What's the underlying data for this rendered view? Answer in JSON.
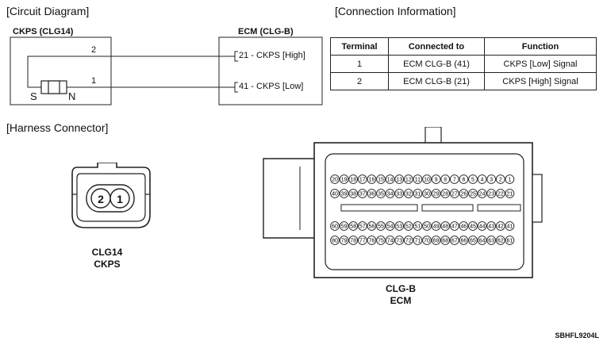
{
  "circuit_diagram": {
    "title": "[Circuit Diagram]",
    "sensor_label": "CKPS (CLG14)",
    "ecm_label": "ECM (CLG-B)",
    "sensor_pole_s": "S",
    "sensor_pole_n": "N",
    "wire_high_num": "2",
    "wire_low_num": "1",
    "ecm_pin_high": "21 - CKPS [High]",
    "ecm_pin_low": "41 - CKPS [Low]"
  },
  "connection_info": {
    "title": "[Connection Information]",
    "headers": [
      "Terminal",
      "Connected to",
      "Function"
    ],
    "rows": [
      [
        "1",
        "ECM CLG-B (41)",
        "CKPS [Low] Signal"
      ],
      [
        "2",
        "ECM CLG-B (21)",
        "CKPS [High] Signal"
      ]
    ]
  },
  "harness": {
    "title": "[Harness Connector]",
    "clg14": {
      "pins": [
        "2",
        "1"
      ],
      "label_line1": "CLG14",
      "label_line2": "CKPS"
    },
    "clgb": {
      "label_line1": "CLG-B",
      "label_line2": "ECM",
      "rows": [
        [
          "20",
          "19",
          "18",
          "17",
          "16",
          "15",
          "14",
          "13",
          "12",
          "11",
          "10",
          "9",
          "8",
          "7",
          "6",
          "5",
          "4",
          "3",
          "2",
          "1"
        ],
        [
          "40",
          "39",
          "38",
          "37",
          "36",
          "35",
          "34",
          "33",
          "32",
          "31",
          "30",
          "29",
          "28",
          "27",
          "26",
          "25",
          "24",
          "23",
          "22",
          "21"
        ],
        [
          "60",
          "59",
          "58",
          "57",
          "56",
          "55",
          "54",
          "53",
          "52",
          "51",
          "50",
          "49",
          "48",
          "47",
          "46",
          "45",
          "44",
          "43",
          "42",
          "41"
        ],
        [
          "80",
          "79",
          "78",
          "77",
          "76",
          "75",
          "74",
          "73",
          "72",
          "71",
          "70",
          "69",
          "68",
          "67",
          "66",
          "65",
          "64",
          "63",
          "62",
          "61"
        ]
      ]
    }
  },
  "figure_code": "SBHFL9204L"
}
